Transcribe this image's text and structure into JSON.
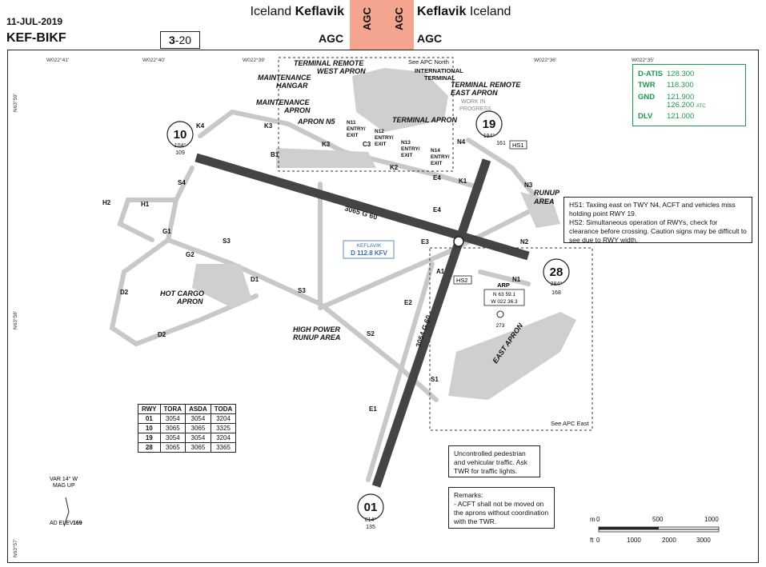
{
  "header": {
    "date": "11-JUL-2019",
    "airport_code": "KEF-BIKF",
    "page_num_bold": "3",
    "page_num_rest": "-20",
    "left_country": "Iceland",
    "left_airport": "Keflavik",
    "right_airport": "Keflavik",
    "right_country": "Iceland",
    "agc_left": "AGC",
    "agc_right": "AGC",
    "agc_vertical": "AGC",
    "agc_color": "#f4a58f"
  },
  "frequencies": [
    {
      "label": "D-ATIS",
      "value": "128.300",
      "sub": ""
    },
    {
      "label": "TWR",
      "value": "118.300",
      "sub": ""
    },
    {
      "label": "GND",
      "value": "121.900",
      "sub": ""
    },
    {
      "label": "",
      "value": "126.200",
      "sub": "ATC"
    },
    {
      "label": "DLV",
      "value": "121.000",
      "sub": ""
    }
  ],
  "frequency_color": "#1e9a4e",
  "longitudes": [
    "W022°41'",
    "W022°40'",
    "W022°39'",
    "W022°36'",
    "W022°35'"
  ],
  "latitudes": [
    "N63°59'",
    "N63°58'",
    "N63°57'"
  ],
  "runway_ends": [
    {
      "id": "10",
      "hdg": "104°",
      "elev": "109"
    },
    {
      "id": "19",
      "hdg": "194°",
      "elev": "161"
    },
    {
      "id": "28",
      "hdg": "284°",
      "elev": "168"
    },
    {
      "id": "01",
      "hdg": "014°",
      "elev": "135"
    }
  ],
  "runway_labels": [
    "3065 G 60",
    "3054 G 60"
  ],
  "aprons": {
    "terminal_remote_west": "TERMINAL REMOTE\nWEST APRON",
    "maintenance_hangar": "MAINTENANCE\nHANGAR",
    "maintenance_apron": "MAINTENANCE\nAPRON",
    "apron_n5": "APRON N5",
    "international_terminal": "INTERNATIONAL\nTERMINAL",
    "terminal_remote_east": "TERMINAL REMOTE\nEAST APRON",
    "work_in_progress": "WORK IN\nPROGRESS",
    "terminal_apron": "TERMINAL APRON",
    "see_apc_north": "See APC North",
    "runup_area": "RUNUP\nAREA",
    "hot_cargo_apron": "HOT CARGO\nAPRON",
    "high_power_runup": "HIGH POWER\nRUNUP AREA",
    "east_apron": "EAST APRON",
    "see_apc_east": "See APC East"
  },
  "taxiways": [
    "K4",
    "K3",
    "K3",
    "B1",
    "C3",
    "K2",
    "N11\nENTRY/\nEXIT",
    "N12\nENTRY/\nEXIT",
    "N13\nENTRY/\nEXIT",
    "N14\nENTRY/\nEXIT",
    "N4",
    "E4",
    "K1",
    "E4",
    "N3",
    "S4",
    "H1",
    "H2",
    "G1",
    "G2",
    "S3",
    "D1",
    "S3",
    "D2",
    "D2",
    "S2",
    "E3",
    "A1",
    "E2",
    "S1",
    "E1",
    "N2",
    "N1",
    "HS1",
    "HS2"
  ],
  "navaid": {
    "name": "KEFLAVIK",
    "freq": "D 112.8 KFV"
  },
  "arp": {
    "label": "ARP",
    "lat": "N 63 59.1",
    "lon": "W 022 36.3",
    "tower_elev": "273"
  },
  "hotspot_note": [
    "HS1: Taxiing east on TWY N4, ACFT and vehicles miss holding point RWY 19.",
    "HS2: Simultaneous operation of RWYs, check for clearance before crossing. Caution signs may be difficult to see due to RWY width."
  ],
  "pedestrian_note": "Uncontrolled pedestrian and vehicular traffic. Ask TWR for traffic lights.",
  "remarks": {
    "title": "Remarks:",
    "text": "- ACFT shall not be moved on the aprons without coordination with the TWR."
  },
  "runway_table": {
    "headers": [
      "RWY",
      "TORA",
      "ASDA",
      "TODA"
    ],
    "rows": [
      [
        "01",
        "3054",
        "3054",
        "3204"
      ],
      [
        "10",
        "3065",
        "3065",
        "3325"
      ],
      [
        "19",
        "3054",
        "3054",
        "3204"
      ],
      [
        "28",
        "3065",
        "3065",
        "3365"
      ]
    ]
  },
  "variation": {
    "line1": "VAR 14° W",
    "line2": "MAG UP"
  },
  "elevation": {
    "label": "AD ELEV",
    "value": "169"
  },
  "scale": {
    "m_label": "m",
    "m_ticks": [
      "0",
      "500",
      "1000"
    ],
    "ft_label": "ft",
    "ft_ticks": [
      "0",
      "1000",
      "2000",
      "3000"
    ]
  }
}
